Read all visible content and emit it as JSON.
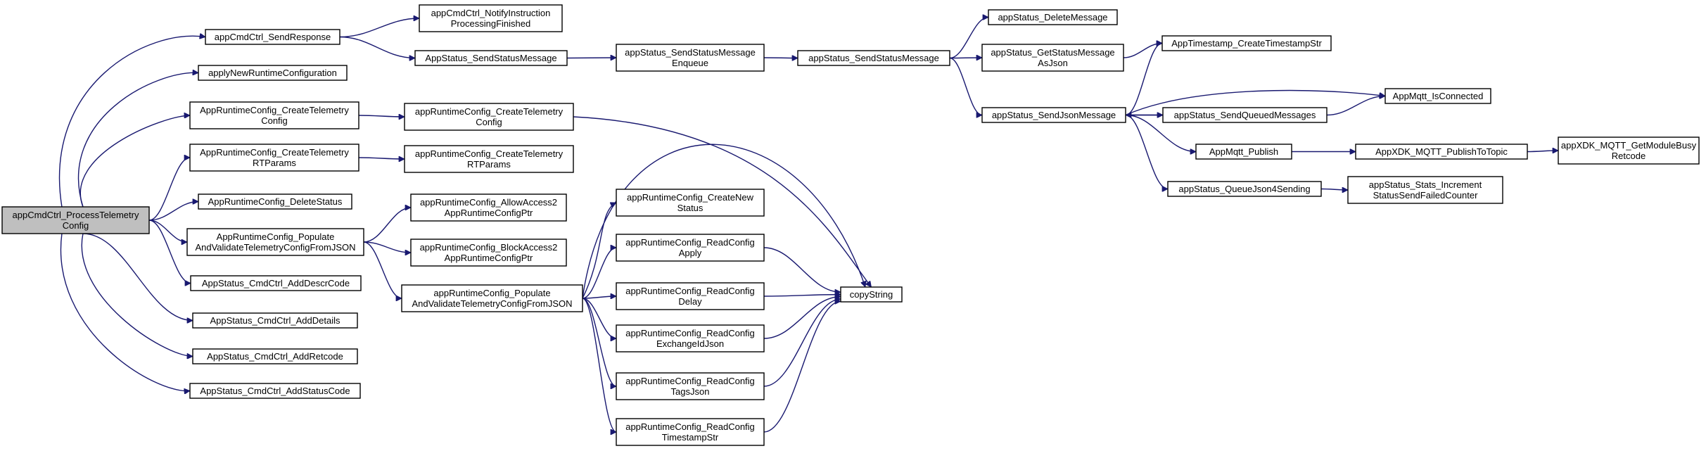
{
  "graph": {
    "colors": {
      "edge": "#191970",
      "root_fill": "#bfbfbf",
      "node_fill": "#ffffff",
      "border": "#000000"
    },
    "nodes": [
      {
        "id": "root",
        "lines": [
          "appCmdCtrl_ProcessTelemetry",
          "Config"
        ],
        "root": true
      },
      {
        "id": "sendResponse",
        "lines": [
          "appCmdCtrl_SendResponse"
        ]
      },
      {
        "id": "applyNew",
        "lines": [
          "applyNewRuntimeConfiguration"
        ]
      },
      {
        "id": "createTelCfgA",
        "lines": [
          "AppRuntimeConfig_CreateTelemetry",
          "Config"
        ]
      },
      {
        "id": "createTelRTA",
        "lines": [
          "AppRuntimeConfig_CreateTelemetry",
          "RTParams"
        ]
      },
      {
        "id": "deleteStatus",
        "lines": [
          "AppRuntimeConfig_DeleteStatus"
        ]
      },
      {
        "id": "populateA",
        "lines": [
          "AppRuntimeConfig_Populate",
          "AndValidateTelemetryConfigFromJSON"
        ]
      },
      {
        "id": "addDescr",
        "lines": [
          "AppStatus_CmdCtrl_AddDescrCode"
        ]
      },
      {
        "id": "addDetails",
        "lines": [
          "AppStatus_CmdCtrl_AddDetails"
        ]
      },
      {
        "id": "addRetcode",
        "lines": [
          "AppStatus_CmdCtrl_AddRetcode"
        ]
      },
      {
        "id": "addStatus",
        "lines": [
          "AppStatus_CmdCtrl_AddStatusCode"
        ]
      },
      {
        "id": "notify",
        "lines": [
          "appCmdCtrl_NotifyInstruction",
          "ProcessingFinished"
        ]
      },
      {
        "id": "sendStatusA",
        "lines": [
          "AppStatus_SendStatusMessage"
        ]
      },
      {
        "id": "createTelCfgB",
        "lines": [
          "appRuntimeConfig_CreateTelemetry",
          "Config"
        ]
      },
      {
        "id": "createTelRTB",
        "lines": [
          "appRuntimeConfig_CreateTelemetry",
          "RTParams"
        ]
      },
      {
        "id": "allow",
        "lines": [
          "appRuntimeConfig_AllowAccess2",
          "AppRuntimeConfigPtr"
        ]
      },
      {
        "id": "block",
        "lines": [
          "appRuntimeConfig_BlockAccess2",
          "AppRuntimeConfigPtr"
        ]
      },
      {
        "id": "populateB",
        "lines": [
          "appRuntimeConfig_Populate",
          "AndValidateTelemetryConfigFromJSON"
        ]
      },
      {
        "id": "enqueue",
        "lines": [
          "appStatus_SendStatusMessage",
          "Enqueue"
        ]
      },
      {
        "id": "createNew",
        "lines": [
          "appRuntimeConfig_CreateNew",
          "Status"
        ]
      },
      {
        "id": "rcApply",
        "lines": [
          "appRuntimeConfig_ReadConfig",
          "Apply"
        ]
      },
      {
        "id": "rcDelay",
        "lines": [
          "appRuntimeConfig_ReadConfig",
          "Delay"
        ]
      },
      {
        "id": "rcExchange",
        "lines": [
          "appRuntimeConfig_ReadConfig",
          "ExchangeIdJson"
        ]
      },
      {
        "id": "rcTags",
        "lines": [
          "appRuntimeConfig_ReadConfig",
          "TagsJson"
        ]
      },
      {
        "id": "rcTimestamp",
        "lines": [
          "appRuntimeConfig_ReadConfig",
          "TimestampStr"
        ]
      },
      {
        "id": "sendStatusB",
        "lines": [
          "appStatus_SendStatusMessage"
        ]
      },
      {
        "id": "copyString",
        "lines": [
          "copyString"
        ]
      },
      {
        "id": "deleteMsg",
        "lines": [
          "appStatus_DeleteMessage"
        ]
      },
      {
        "id": "getJson",
        "lines": [
          "appStatus_GetStatusMessage",
          "AsJson"
        ]
      },
      {
        "id": "sendJson",
        "lines": [
          "appStatus_SendJsonMessage"
        ]
      },
      {
        "id": "timestamp",
        "lines": [
          "AppTimestamp_CreateTimestampStr"
        ]
      },
      {
        "id": "queued",
        "lines": [
          "appStatus_SendQueuedMessages"
        ]
      },
      {
        "id": "publish",
        "lines": [
          "AppMqtt_Publish"
        ]
      },
      {
        "id": "queueJson",
        "lines": [
          "appStatus_QueueJson4Sending"
        ]
      },
      {
        "id": "isConnected",
        "lines": [
          "AppMqtt_IsConnected"
        ]
      },
      {
        "id": "publishTopic",
        "lines": [
          "AppXDK_MQTT_PublishToTopic"
        ]
      },
      {
        "id": "incCounter",
        "lines": [
          "appStatus_Stats_Increment",
          "StatusSendFailedCounter"
        ]
      },
      {
        "id": "busy",
        "lines": [
          "appXDK_MQTT_GetModuleBusy",
          "Retcode"
        ]
      }
    ],
    "edges": [
      [
        "root",
        "sendResponse"
      ],
      [
        "root",
        "applyNew"
      ],
      [
        "root",
        "createTelCfgA"
      ],
      [
        "root",
        "createTelRTA"
      ],
      [
        "root",
        "deleteStatus"
      ],
      [
        "root",
        "populateA"
      ],
      [
        "root",
        "addDescr"
      ],
      [
        "root",
        "addDetails"
      ],
      [
        "root",
        "addRetcode"
      ],
      [
        "root",
        "addStatus"
      ],
      [
        "sendResponse",
        "notify"
      ],
      [
        "sendResponse",
        "sendStatusA"
      ],
      [
        "createTelCfgA",
        "createTelCfgB"
      ],
      [
        "createTelRTA",
        "createTelRTB"
      ],
      [
        "populateA",
        "allow"
      ],
      [
        "populateA",
        "block"
      ],
      [
        "populateA",
        "populateB"
      ],
      [
        "sendStatusA",
        "enqueue"
      ],
      [
        "enqueue",
        "sendStatusB"
      ],
      [
        "createTelCfgB",
        "copyString"
      ],
      [
        "populateB",
        "createNew"
      ],
      [
        "populateB",
        "rcApply"
      ],
      [
        "populateB",
        "rcDelay"
      ],
      [
        "populateB",
        "rcExchange"
      ],
      [
        "populateB",
        "rcTags"
      ],
      [
        "populateB",
        "rcTimestamp"
      ],
      [
        "populateB",
        "copyString"
      ],
      [
        "rcApply",
        "copyString"
      ],
      [
        "rcDelay",
        "copyString"
      ],
      [
        "rcExchange",
        "copyString"
      ],
      [
        "rcTags",
        "copyString"
      ],
      [
        "rcTimestamp",
        "copyString"
      ],
      [
        "sendStatusB",
        "deleteMsg"
      ],
      [
        "sendStatusB",
        "getJson"
      ],
      [
        "sendStatusB",
        "sendJson"
      ],
      [
        "getJson",
        "timestamp"
      ],
      [
        "sendJson",
        "timestamp"
      ],
      [
        "sendJson",
        "queued"
      ],
      [
        "sendJson",
        "publish"
      ],
      [
        "sendJson",
        "queueJson"
      ],
      [
        "sendJson",
        "isConnected"
      ],
      [
        "queued",
        "sendJson"
      ],
      [
        "queued",
        "isConnected"
      ],
      [
        "publish",
        "publishTopic"
      ],
      [
        "publishTopic",
        "busy"
      ],
      [
        "queueJson",
        "incCounter"
      ]
    ]
  }
}
